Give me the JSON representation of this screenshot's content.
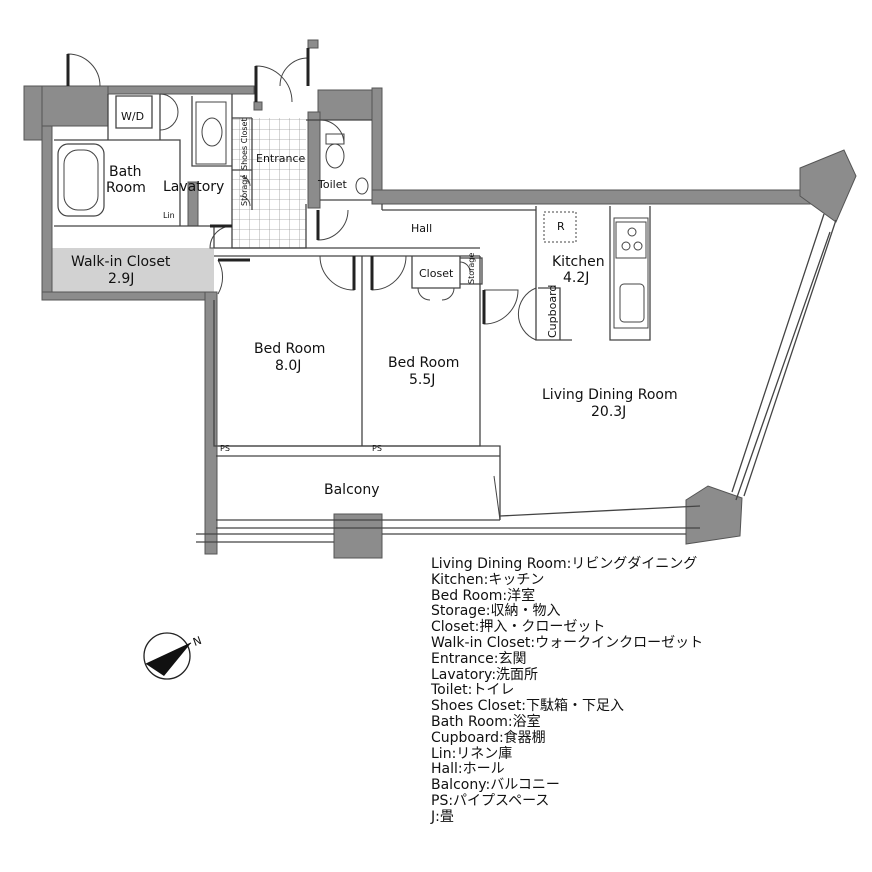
{
  "rooms": {
    "wd": "W/D",
    "bath": [
      "Bath",
      "Room"
    ],
    "lavatory": "Lavatory",
    "lin": "Lin",
    "shoes_closet": "Shoes Closet",
    "storage": "Storage",
    "entrance": "Entrance",
    "toilet": "Toilet",
    "hall": "Hall",
    "walkin": [
      "Walk-in Closet",
      "2.9J"
    ],
    "refrigerator": "R",
    "kitchen": [
      "Kitchen",
      "4.2J"
    ],
    "closet": "Closet",
    "cupboard": "Cupboard",
    "bed1": [
      "Bed Room",
      "8.0J"
    ],
    "bed2": [
      "Bed Room",
      "5.5J"
    ],
    "ldk": [
      "Living Dining Room",
      "20.3J"
    ],
    "balcony": "Balcony",
    "ps1": "PS",
    "ps2": "PS"
  },
  "compass": {
    "label": "N"
  },
  "legend": [
    "Living Dining Room:リビングダイニング",
    "Kitchen:キッチン",
    "Bed Room:洋室",
    "Storage:収納・物入",
    "Closet:押入・クローゼット",
    "Walk-in Closet:ウォークインクローゼット",
    "Entrance:玄関",
    "Lavatory:洗面所",
    "Toilet:トイレ",
    "Shoes Closet:下駄箱・下足入",
    "Bath Room:浴室",
    "Cupboard:食器棚",
    "Lin:リネン庫",
    "Hall:ホール",
    "Balcony:バルコニー",
    "PS:パイプスペース",
    "J:畳"
  ]
}
